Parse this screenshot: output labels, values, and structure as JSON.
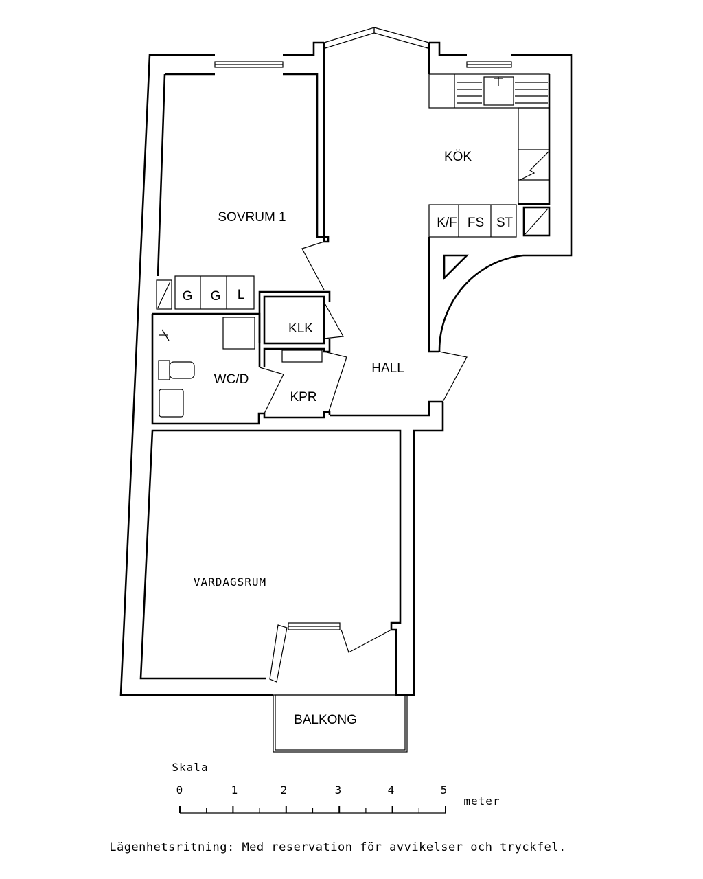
{
  "rooms": {
    "sovrum": "SOVRUM 1",
    "kok": "KÖK",
    "kf": "K/F",
    "fs": "FS",
    "st": "ST",
    "g1": "G",
    "g2": "G",
    "l": "L",
    "klk": "KLK",
    "wcd": "WC/D",
    "kpr": "KPR",
    "hall": "HALL",
    "vardagsrum": "VARDAGSRUM",
    "balkong": "BALKONG"
  },
  "scale": {
    "title": "Skala",
    "ticks": [
      "0",
      "1",
      "2",
      "3",
      "4",
      "5"
    ],
    "unit": "meter"
  },
  "footer": "Lägenhetsritning: Med reservation för avvikelser och tryckfel."
}
